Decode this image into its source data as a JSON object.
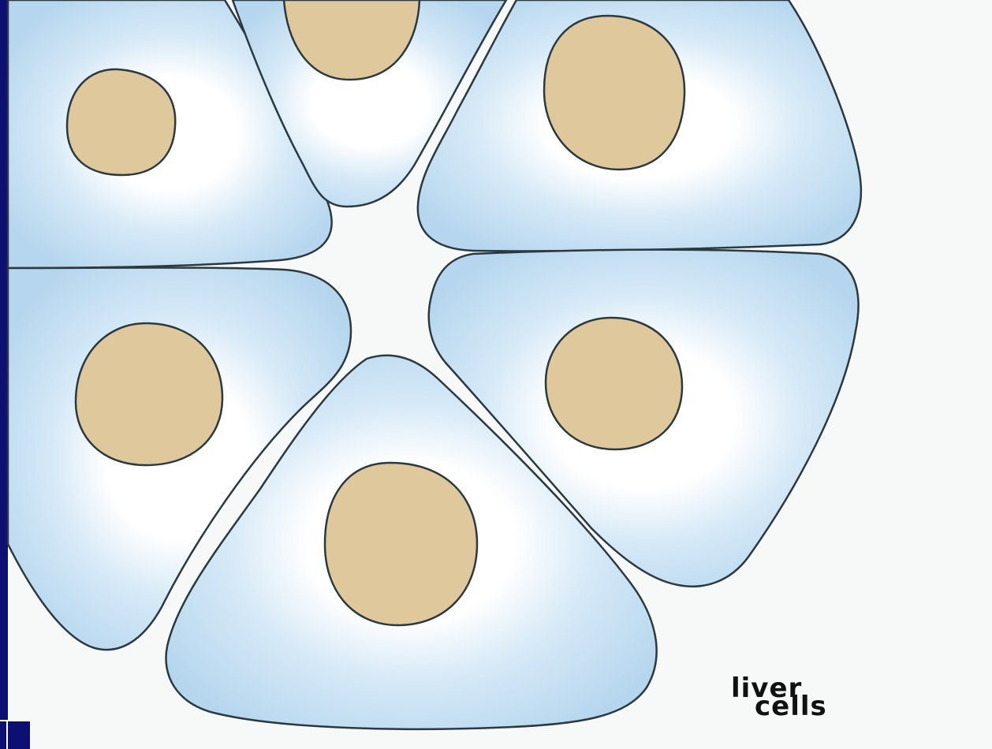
{
  "diagram": {
    "label_line_1": "liver",
    "label_line_2": "cells"
  },
  "colors": {
    "slide_background": "#0d0f73",
    "panel_background": "#f7f8f8",
    "cell_fill": "#b5d6ee",
    "cell_center_highlight": "#ffffff",
    "nucleus_fill": "#dfc89b",
    "outline": "#2b3a40"
  },
  "elements": {
    "cells": 6,
    "nuclei": 6
  }
}
